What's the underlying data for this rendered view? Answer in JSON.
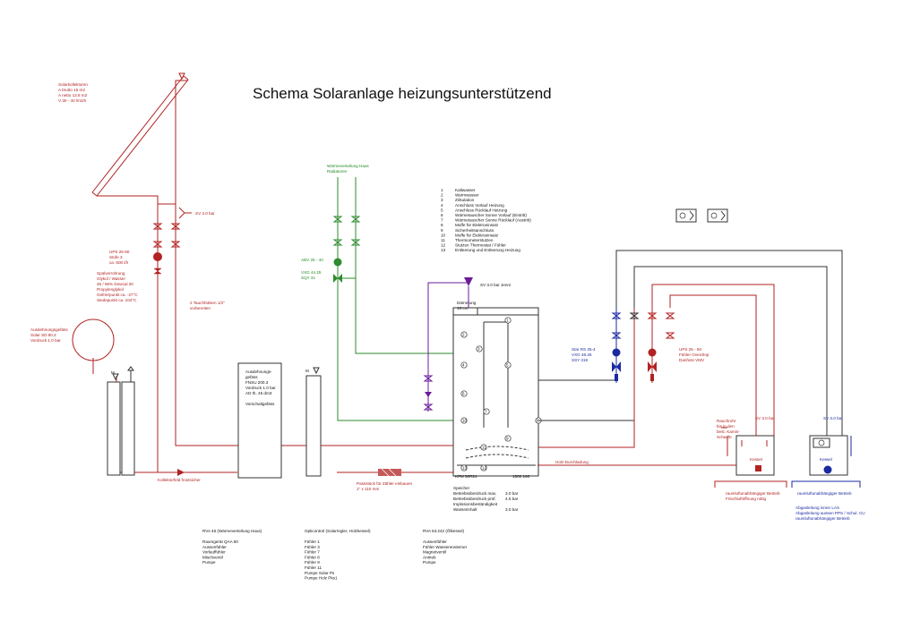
{
  "title": "Schema Solaranlage heizungsunterstützend",
  "collector": [
    "Solarkollektoren",
    "A brutto 16 m2",
    "A netto 13.8 m2",
    "V 30 - 40 l/m2h"
  ],
  "sv_collector": "SV 3.0 bar",
  "pump_solar": [
    "UPS 25-60",
    "Stufe 3",
    "ca. 500 l/h"
  ],
  "fluid": [
    "Spülverrohrung",
    "Glykol / Wasser",
    "45 / 55% Dowcal 20",
    "Propylenglykol",
    "Gefrierpunkt ca. -27°C",
    "Siedepunkt ca. 104°C"
  ],
  "sleeves": [
    "2 Tauchhülsen 1/2\"",
    "vorbereiten"
  ],
  "expansion_vessel": [
    "Ausdehnungsgefäss",
    "Solar SD 80.3",
    "Vordruck 1.0 bar"
  ],
  "frost_protection": "Kollektorfeld frostsicher",
  "heating_dist": [
    "Wärmeverteilung Haus",
    "Radiatoren"
  ],
  "mixing_valve": [
    "ABV 25 - 40",
    "VXG 44.25",
    "SQY 31"
  ],
  "legend": [
    [
      "1",
      "Kaltwasser"
    ],
    [
      "2",
      "Warmwasser"
    ],
    [
      "3",
      "Zirkulation"
    ],
    [
      "4",
      "Anschluss Vorlauf Heizung"
    ],
    [
      "5",
      "Anschluss Rücklauf Heizung"
    ],
    [
      "6",
      "Wärmetauscher Sonne Vorlauf (Eintritt)"
    ],
    [
      "7",
      "Wärmetauscher Sonne Rücklauf (Austritt)"
    ],
    [
      "8",
      "Muffe für Elektroeinsatz"
    ],
    [
      "9",
      "Sicherheitsanschluss"
    ],
    [
      "10",
      "Muffe für Elektroeinsatz"
    ],
    [
      "11",
      "Thermometerstutzen"
    ],
    [
      "12",
      "Stutzen Thermostat / Fühler"
    ],
    [
      "13",
      "Entleerung und Entleerung Heizung"
    ]
  ],
  "sv_storage": "SV 3.0 bar Jenni",
  "insulation": [
    "Dämmung",
    "13 cm"
  ],
  "exp_vessel2": [
    "Ausdehnungs-",
    "gefäss",
    "FNSU 200.3",
    "Vordruck 1.0 bar",
    "AD th. 45 dm3"
  ],
  "pre_vessel": "Vorschaltgefäss",
  "fitting": [
    "Passstück für Zähler einbauen",
    "1\" x 110 mm"
  ],
  "storage_model": "KFM 50R24",
  "storage_right_label": "1500 160",
  "wood_charge": "Holz-Durchladung",
  "storage_spec": [
    [
      "Speicher",
      ""
    ],
    [
      "Betriebsüberdruck max.",
      "3.0 bar"
    ],
    [
      "Betriebsüberdruck prüf.",
      "4.5 bar"
    ],
    [
      "Implosionsbeständigkeit",
      ""
    ],
    [
      "Wasserinhalt",
      "3.0 bar"
    ]
  ],
  "pump_star": [
    "Star RS 25-4",
    "VXG 48.25",
    "SSY 319"
  ],
  "pump_ups": [
    "UPS 25 - 50",
    "Fühler Overdrop",
    "Danfoss VMV"
  ],
  "chimney": [
    "Rauchrohr",
    "bis in den",
    "best. Kamin-",
    "Schacht"
  ],
  "sv_boilers": "SV 3.0 bar",
  "boiler_label": "Kessel",
  "boiler_left_note": [
    "raumluftunabhängiger Betrieb",
    "Frischluftöffnung nötig"
  ],
  "boiler_right_note": [
    "raumluftunabhängiger Betrieb"
  ],
  "boiler_right_note2": [
    "Abgasleitung innen LAS",
    "Abgasleitung aussen PPS / Schul. CU",
    "raumluftunabhängiger Betrieb"
  ],
  "ctrl1_title": "RVA 46 (Wärmeverteilung Haus)",
  "ctrl1_items": [
    "Raumgerät QAA 50",
    "Aussenfühler",
    "Vorlauffühler",
    "Mischventil",
    "Pumpe"
  ],
  "ctrl2_title": "Opticontrol (Solarregler, Holzkessel)",
  "ctrl2_items": [
    "Fühler 1",
    "Fühler 3",
    "Fühler 7",
    "Fühler 8",
    "Fühler 9",
    "Fühler 11",
    "Pumpe Solar Ps",
    "Pumpe Holz Pks1"
  ],
  "ctrl3_title": "RVA 63.242 (Ölkessel)",
  "ctrl3_items": [
    "Aussenfühler",
    "Fühler Wassererwärmer",
    "Magnetventil",
    "Antrieb",
    "Pumpe"
  ],
  "storage_nums": [
    "1",
    "2",
    "3",
    "4",
    "5",
    "6",
    "7",
    "8",
    "9",
    "10",
    "11",
    "12",
    "13"
  ],
  "colors": {
    "solar": "#b22222",
    "heating": "#2e8b2e",
    "boiler": "#1a2aa0",
    "storage": "#333333",
    "purple": "#6a1b9a"
  }
}
